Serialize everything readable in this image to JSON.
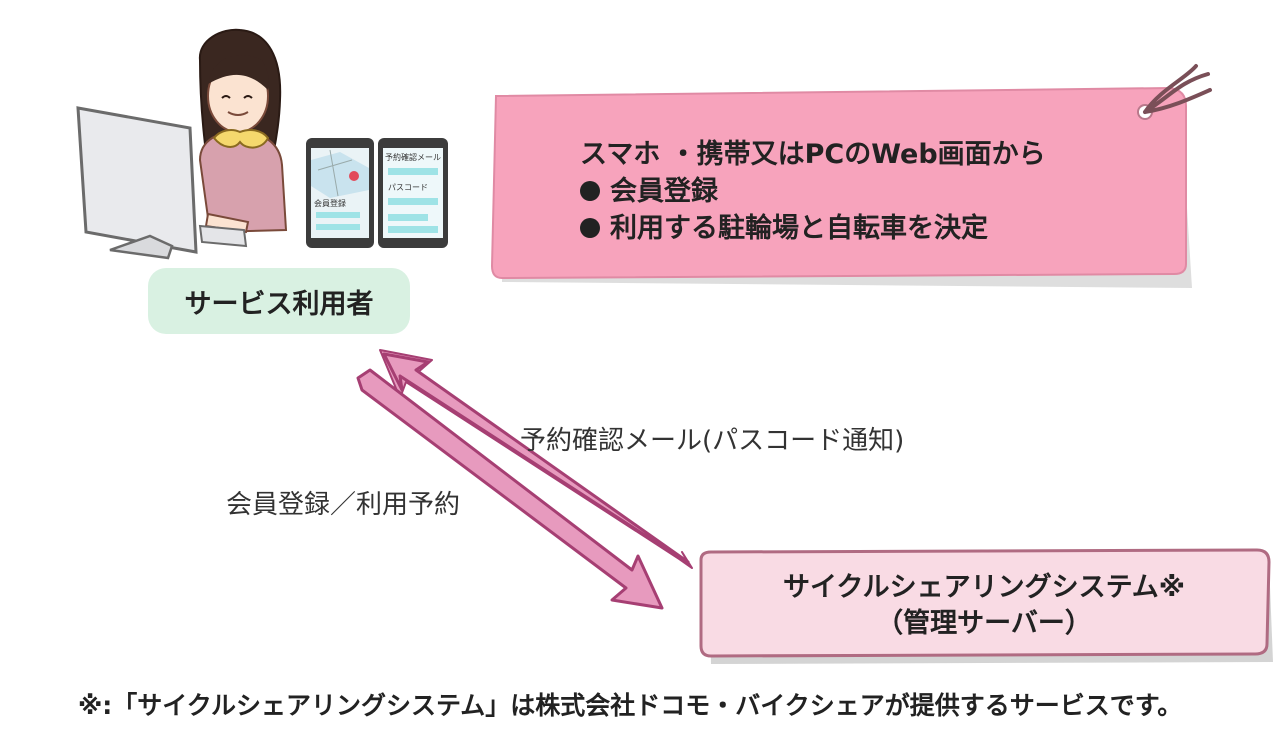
{
  "user": {
    "label": "サービス利用者",
    "phone_left_label": "会員登録",
    "phone_right_title": "予約確認メール",
    "phone_right_field": "パスコード"
  },
  "tag_note": {
    "line1": "スマホ ・携帯又はPCのWeb画面から",
    "bullet1": "会員登録",
    "bullet2": "利用する駐輪場と自転車を決定"
  },
  "arrows": {
    "up_label": "予約確認メール(パスコード通知)",
    "down_label": "会員登録／利用予約"
  },
  "server": {
    "line1": "サイクルシェアリングシステム※",
    "line2": "（管理サーバー）"
  },
  "footnote": "※:「サイクルシェアリングシステム」は株式会社ドコモ・バイクシェアが提供するサービスです。",
  "colors": {
    "tag_fill": "#f7a3bc",
    "arrow_fill": "#e79abe",
    "arrow_stroke": "#a63f73",
    "server_fill": "#f9dbe4",
    "user_label_fill": "#d9f1e2"
  }
}
